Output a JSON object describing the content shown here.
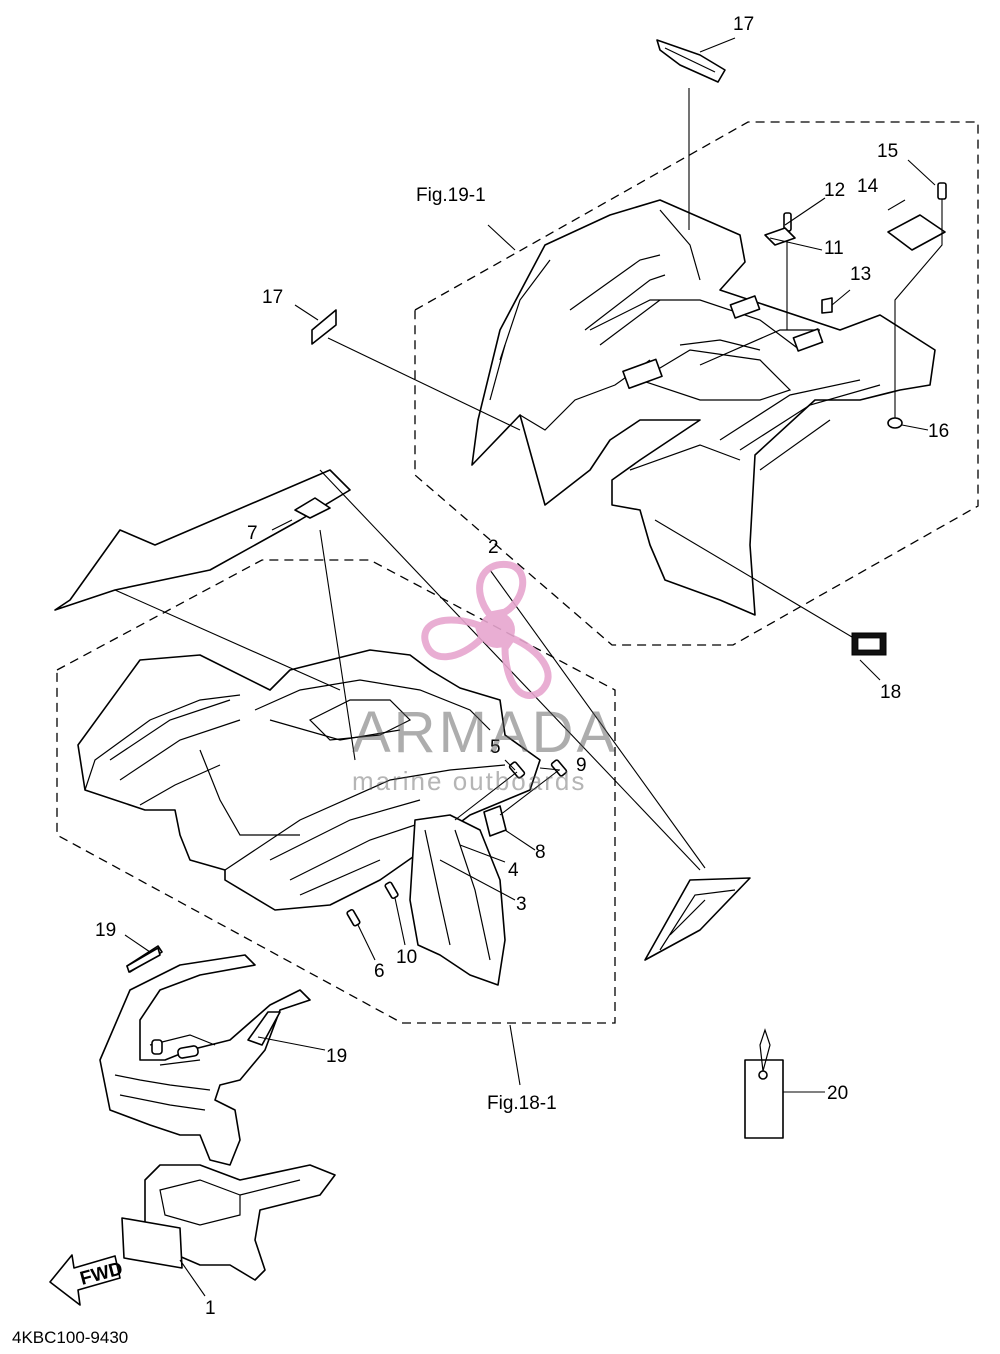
{
  "figure_refs": {
    "rear": "Fig.19-1",
    "front": "Fig.18-1"
  },
  "callouts": [
    "1",
    "2",
    "3",
    "4",
    "5",
    "6",
    "7",
    "8",
    "9",
    "10",
    "11",
    "12",
    "13",
    "14",
    "15",
    "16",
    "17",
    "17",
    "18",
    "19",
    "19",
    "20"
  ],
  "stickers": {
    "fwd": "FWD"
  },
  "drawing_code": "4KBC100-9430",
  "watermark": {
    "brand": "ARMADA",
    "tagline": "marine outboards",
    "color": "#e7a6cf"
  }
}
